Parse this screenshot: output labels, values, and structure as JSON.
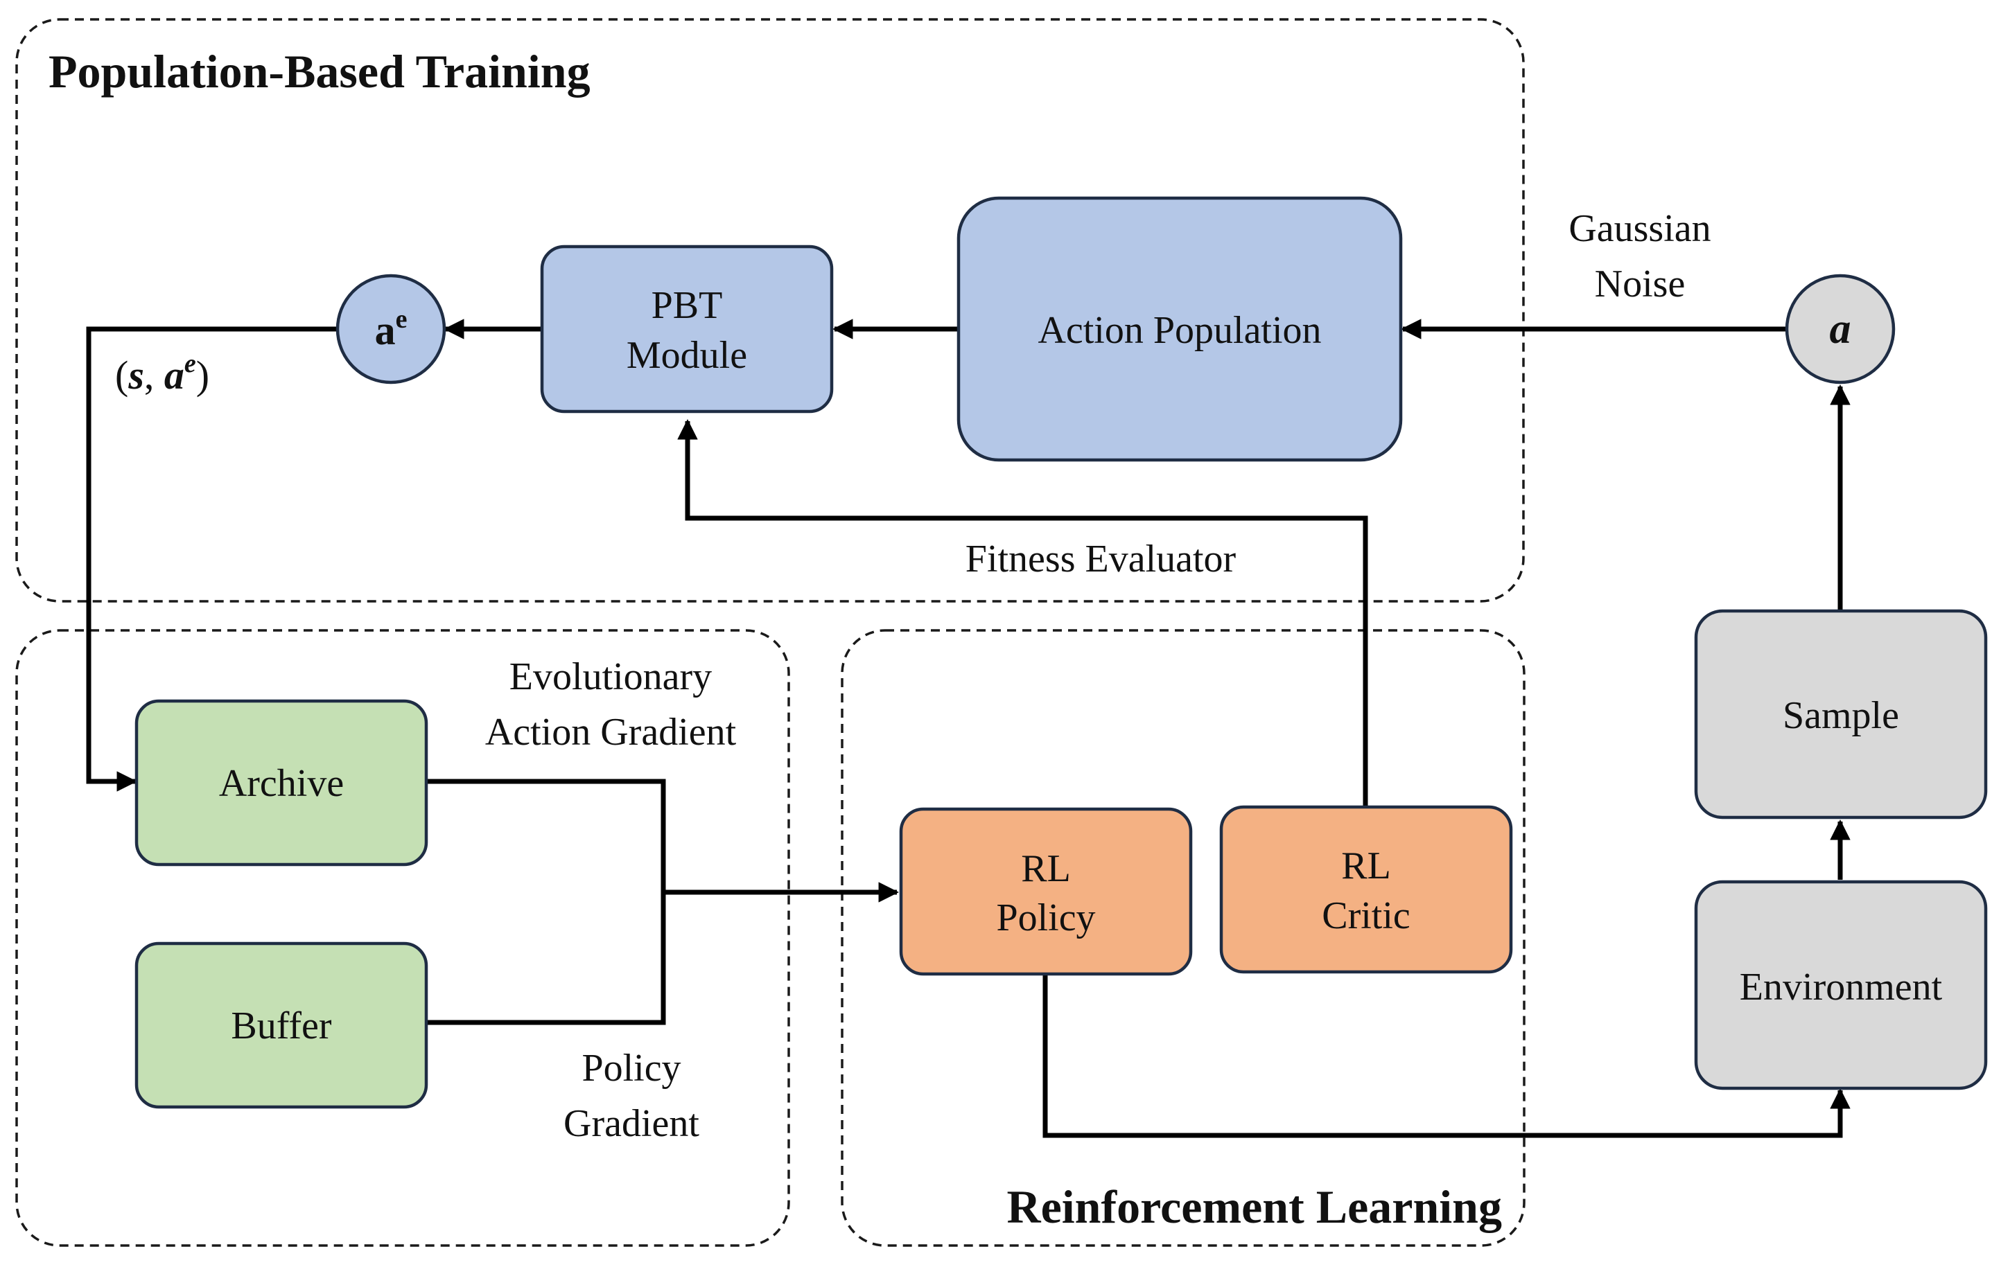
{
  "regions": {
    "pbt_title": "Population-Based Training",
    "rl_title": "Reinforcement Learning"
  },
  "nodes": {
    "action_population": "Action Population",
    "pbt_module_line1": "PBT",
    "pbt_module_line2": "Module",
    "ae_base": "a",
    "ae_sup": "e",
    "a_node": "a",
    "archive": "Archive",
    "buffer": "Buffer",
    "rl_policy_line1": "RL",
    "rl_policy_line2": "Policy",
    "rl_critic_line1": "RL",
    "rl_critic_line2": "Critic",
    "sample": "Sample",
    "environment": "Environment"
  },
  "edge_labels": {
    "gaussian_line1": "Gaussian",
    "gaussian_line2": "Noise",
    "fitness_evaluator": "Fitness Evaluator",
    "eag_line1": "Evolutionary",
    "eag_line2": "Action Gradient",
    "pg_line1": "Policy",
    "pg_line2": "Gradient",
    "sa_open": "(",
    "sa_s": "s",
    "sa_comma": ", ",
    "sa_a": "a",
    "sa_sup": "e",
    "sa_close": ")"
  },
  "colors": {
    "pbt_blue": "#b4c7e7",
    "archive_green": "#c5e0b4",
    "rl_orange": "#f4b183",
    "env_gray": "#d9d9d9"
  }
}
